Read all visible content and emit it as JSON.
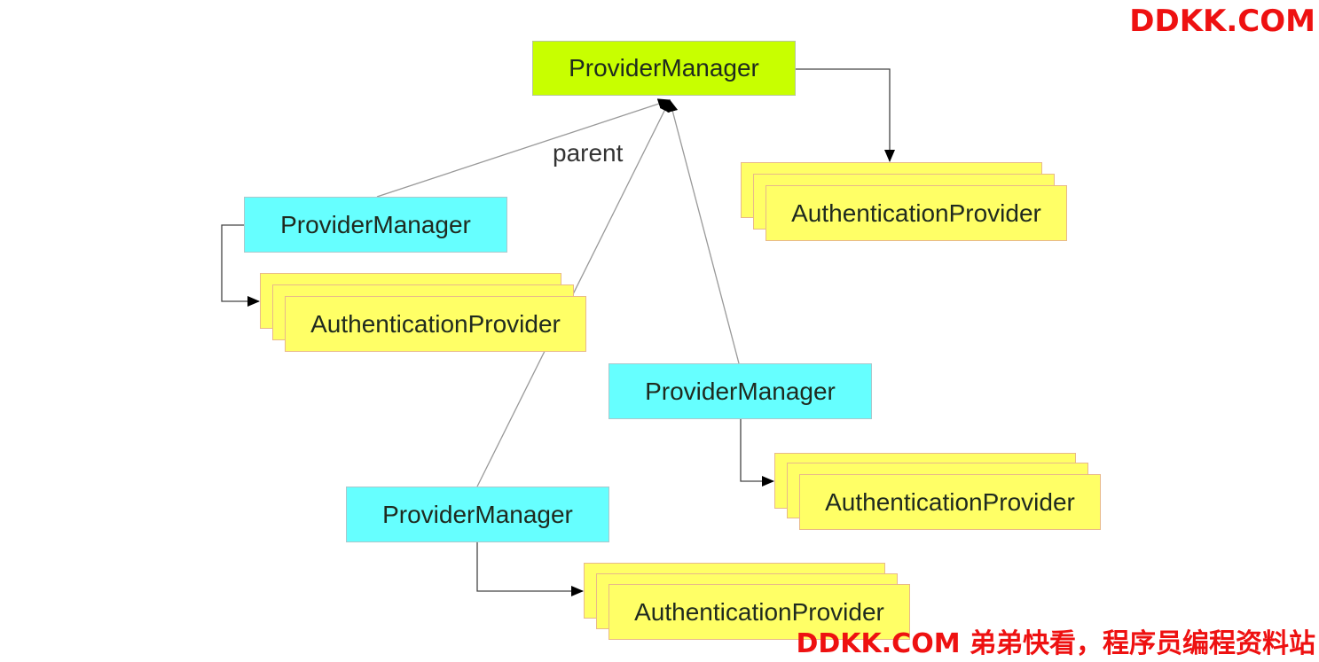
{
  "diagram": {
    "root": {
      "label": "ProviderManager",
      "color": "#c8ff00"
    },
    "children": [
      {
        "label": "ProviderManager",
        "color": "#66ffff"
      },
      {
        "label": "ProviderManager",
        "color": "#66ffff"
      },
      {
        "label": "ProviderManager",
        "color": "#66ffff"
      }
    ],
    "providers": [
      {
        "label": "AuthenticationProvider",
        "color": "#ffff66"
      },
      {
        "label": "AuthenticationProvider",
        "color": "#ffff66"
      },
      {
        "label": "AuthenticationProvider",
        "color": "#ffff66"
      },
      {
        "label": "AuthenticationProvider",
        "color": "#ffff66"
      }
    ],
    "edge_label": "parent"
  },
  "watermark": {
    "top": "DDKK.COM",
    "bottom": "DDKK.COM 弟弟快看，程序员编程资料站",
    "color": "#ee1111"
  }
}
